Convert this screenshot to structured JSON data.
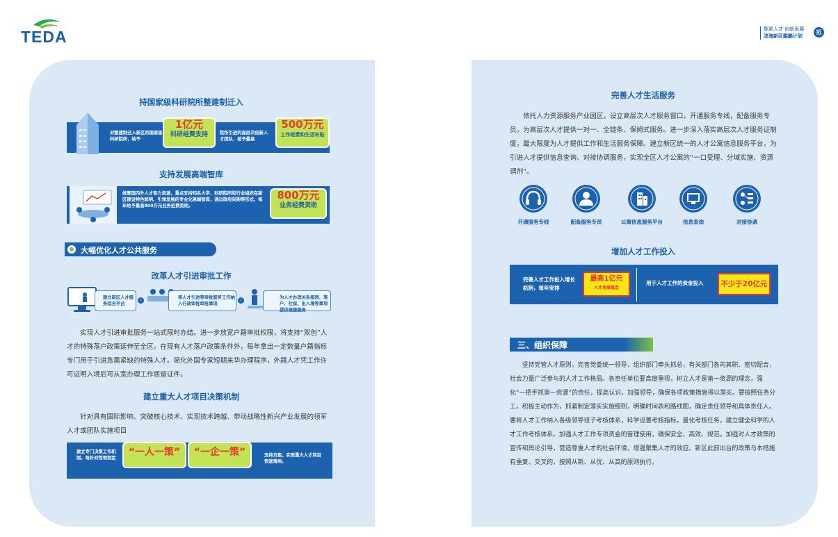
{
  "header": {
    "logo": "TEDA",
    "brand_line1": "集聚人才·创新发展",
    "brand_line2": "滨海新区鲲鹏计划",
    "brand_badge": "鲲"
  },
  "left": {
    "s1_title": "持国家级科研院所整建制迁入",
    "s1_text1": "对整建制迁入新区的国家级科研院所，给予",
    "s1_big1": "1亿元",
    "s1_small1": "科研经费支持",
    "s1_text2": "院所引进的高层次创新人才团队，给予最高",
    "s1_big2": "500万元",
    "s1_small2": "工作经费和生活补贴",
    "s2_title": "支持发展高端智库",
    "s2_text": "统筹国内外人才智力资源，重点支持知名大学、科研院所和行业组织在新区建设特色鲜明、引领发展的专业化高端智库，通过政府采购等形式，每年给予最高800万元业务经费资助。",
    "s2_big": "800万元",
    "s2_small": "业务经费资助",
    "section_label": "大幅优化人才公共服务",
    "s3_title": "改革人才引进审批工作",
    "step1": "建立新区人才服务综合平台",
    "step2": "将人才引进等审批服务工作纳入行政审批审批事项",
    "step3": "为人才办理关系接转、落户、社保、出入境等事项提供便捷服务",
    "s3_para": "实现人才引进审批服务一站式限时办结。进一步放宽户籍审批权限，将支持“双创”人才的特殊落户政策延伸至全区。在现有人才落户政策条件外，每年拿出一定数量户籍指标专门用于引进急需紧缺的特殊人才。简化外国专家短期来华办理程序，外籍人才凭工作许可证明入境后可从宽办理工作居留证件。",
    "s4_title": "建立重大人才项目决策机制",
    "s4_para": "针对具有国际影响、突破核心技术、实现技术跨越、带动战略性新兴产业发展的领军人才或团队实施项目",
    "s4_band_left": "建立专门决策工作机制，每针对性地制定",
    "s4_quote1": "“一人一策”",
    "s4_quote2": "“一企一策”",
    "s4_band_right": "支持方案，实现重大人才项目快速落地。"
  },
  "right": {
    "life_title": "完善人才生活服务",
    "life_para": "依托人力资源服务产业园区，设立高层次人才服务窗口，开通服务专线，配备服务专员，为高层次人才提供一对一、全链条、保姆式服务。进一步深入落实高层次人才服务证制度，最大限度为人才提供工作和生活服务保障。建立新区统一的人才公寓信息服务平台，为引进人才提供信息查询、对接协调服务，实现全区人才公寓的“一口受理、分域实施、资源调剂”。",
    "services": [
      {
        "label": "开通服务专线",
        "icon": "headset-icon"
      },
      {
        "label": "配备服务专员",
        "icon": "person-icon"
      },
      {
        "label": "公寓信息服务平台",
        "icon": "apartment-icon"
      },
      {
        "label": "信息查询",
        "icon": "monitor-icon"
      },
      {
        "label": "对接协调",
        "icon": "network-icon"
      }
    ],
    "invest_title": "增加人才工作投入",
    "invest_left_text": "完善人才工作投入增长机制，每年安排",
    "invest_big": "最高1亿元",
    "invest_small": "人才发展基金",
    "invest_right_text": "用于人才工作的资金投入",
    "invest_big2": "不少于20亿元",
    "org_title": "三、组织保障",
    "org_para": "坚持党管人才原则，完善党委统一领导，组织部门牵头抓总，有关部门各司其职、密切配合，社会力量广泛参与的人才工作格局。各责任单位要高度重视，树立人才是第一资源的理念，强化“一把手抓第一资源”的责任，提高认识，加强领导，确保各项政策措施得以落实。要按照任务分工，积极主动作为，抓紧制定落实实施细则，明确时间表和路线图，确定责任领导和具体责任人。要将人才工作纳入各级领导班子考核体系，科学设置考核指标，量化考核任务，建立健全科学的人才工作考核体系。加强人才工作专项资金的管理使用，确保安全、高效、规范。加强对人才政策的宣传和舆论引导，营造尊重人才的社会环境，增强聚集人才的效应。新区此前出台的政策与本措施有重复、交叉的，按照从新、从优、从高的原则执行。"
  }
}
